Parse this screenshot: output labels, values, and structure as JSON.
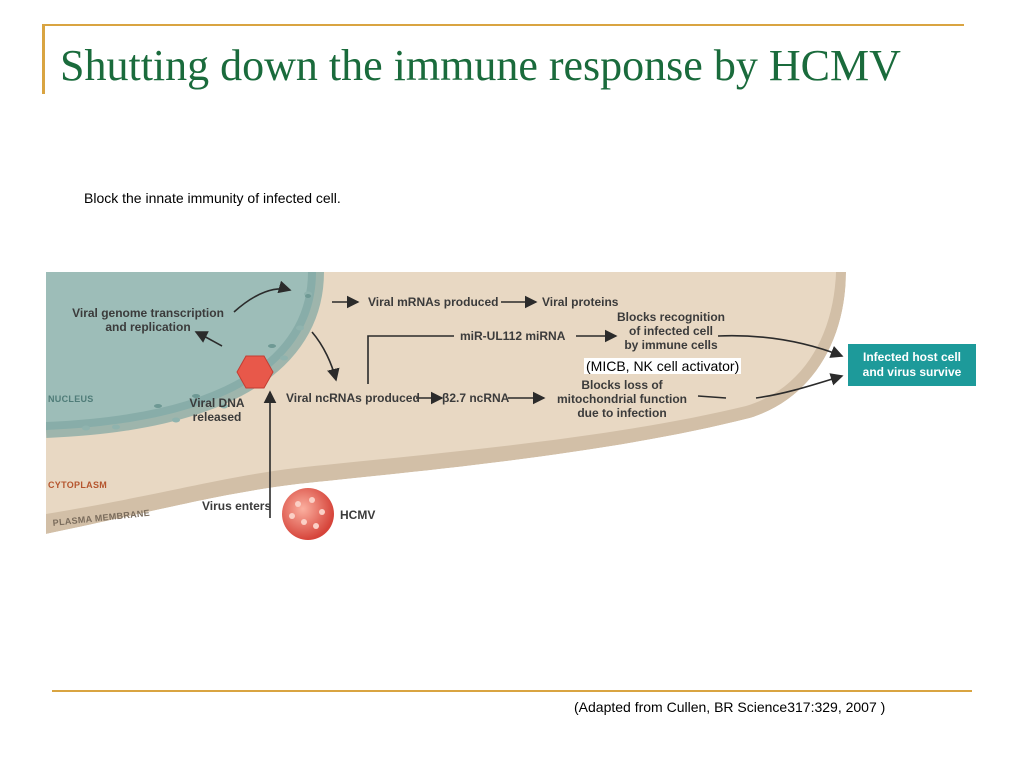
{
  "slide": {
    "title": "Shutting down the immune response by HCMV",
    "subtitle": "Block the innate immunity of infected cell.",
    "note": "(MICB, NK cell activator)",
    "citation": "(Adapted from Cullen, BR Science317:329, 2007 )"
  },
  "diagram": {
    "regions": {
      "nucleus": "NUCLEUS",
      "cytoplasm": "CYTOPLASM",
      "plasma_membrane": "PLASMA MEMBRANE"
    },
    "labels": {
      "transcription_line1": "Viral genome transcription",
      "transcription_line2": "and replication",
      "dna_line1": "Viral DNA",
      "dna_line2": "released",
      "virus_enters": "Virus enters",
      "hcmv": "HCMV",
      "mrnas": "Viral mRNAs produced",
      "proteins": "Viral proteins",
      "mir": "miR-UL112 miRNA",
      "blocks_recog_1": "Blocks recognition",
      "blocks_recog_2": "of infected cell",
      "blocks_recog_3": "by immune cells",
      "ncrnas": "Viral ncRNAs produced",
      "b27": "β2.7 ncRNA",
      "blocks_loss_1": "Blocks loss of",
      "blocks_loss_2": "mitochondrial function",
      "blocks_loss_3": "due to infection"
    },
    "outcome": {
      "line1": "Infected host cell",
      "line2": "and virus survive"
    },
    "colors": {
      "cytoplasm": "#e8d8c3",
      "nucleus": "#9dbdb8",
      "nuclear_envelope": "#7fa7a2",
      "virus": "#e8584a",
      "outcome_box": "#1d9a9a"
    }
  }
}
